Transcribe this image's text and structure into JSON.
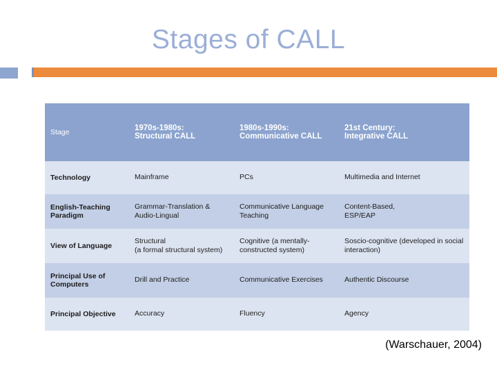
{
  "slide": {
    "title": "Stages  of CALL",
    "credit": "(Warschauer, 2004)",
    "accent_colors": {
      "title_text": "#9aaed6",
      "orange_bar": "#ed8b3c",
      "blue_block": "#8ea5cf",
      "header_row": "#8ba3ce",
      "band_light": "#dde4f1",
      "band_dark": "#c3cfe6"
    }
  },
  "table": {
    "headers": [
      "Stage",
      "1970s-1980s:\nStructural CALL",
      "1980s-1990s:\nCommunicative CALL",
      "21st Century:\nIntegrative CALL"
    ],
    "header_lines": {
      "h0": "Stage",
      "h1_l1": "1970s-1980s:",
      "h1_l2": "Structural CALL",
      "h2_l1": "1980s-1990s:",
      "h2_l2": "Communicative CALL",
      "h3_l1": "21st Century:",
      "h3_l2": "Integrative CALL"
    },
    "rows": [
      {
        "label": "Technology",
        "label_l1": "Technology",
        "label_l2": "",
        "c1_l1": "Mainframe",
        "c1_l2": "",
        "c2_l1": "PCs",
        "c2_l2": "",
        "c3_l1": "Multimedia and Internet",
        "c3_l2": ""
      },
      {
        "label": "English-Teaching Paradigm",
        "label_l1": "English-Teaching",
        "label_l2": "Paradigm",
        "c1_l1": "Grammar-Translation &",
        "c1_l2": "Audio-Lingual",
        "c2_l1": "Communicative Language",
        "c2_l2": "Teaching",
        "c3_l1": "Content-Based,",
        "c3_l2": "ESP/EAP"
      },
      {
        "label": "View of Language",
        "label_l1": "View of Language",
        "label_l2": "",
        "c1_l1": "Structural",
        "c1_l2": "(a formal structural system)",
        "c2_l1": "Cognitive (a mentally-",
        "c2_l2": "constructed system)",
        "c3_l1": "Soscio-cognitive (developed in social",
        "c3_l2": "interaction)"
      },
      {
        "label": "Principal Use of Computers",
        "label_l1": "Principal Use of",
        "label_l2": "Computers",
        "c1_l1": "Drill and Practice",
        "c1_l2": "",
        "c2_l1": "Communicative Exercises",
        "c2_l2": "",
        "c3_l1": "Authentic Discourse",
        "c3_l2": ""
      },
      {
        "label": "Principal Objective",
        "label_l1": "Principal Objective",
        "label_l2": "",
        "c1_l1": "Accuracy",
        "c1_l2": "",
        "c2_l1": "Fluency",
        "c2_l2": "",
        "c3_l1": "Agency",
        "c3_l2": ""
      }
    ]
  }
}
